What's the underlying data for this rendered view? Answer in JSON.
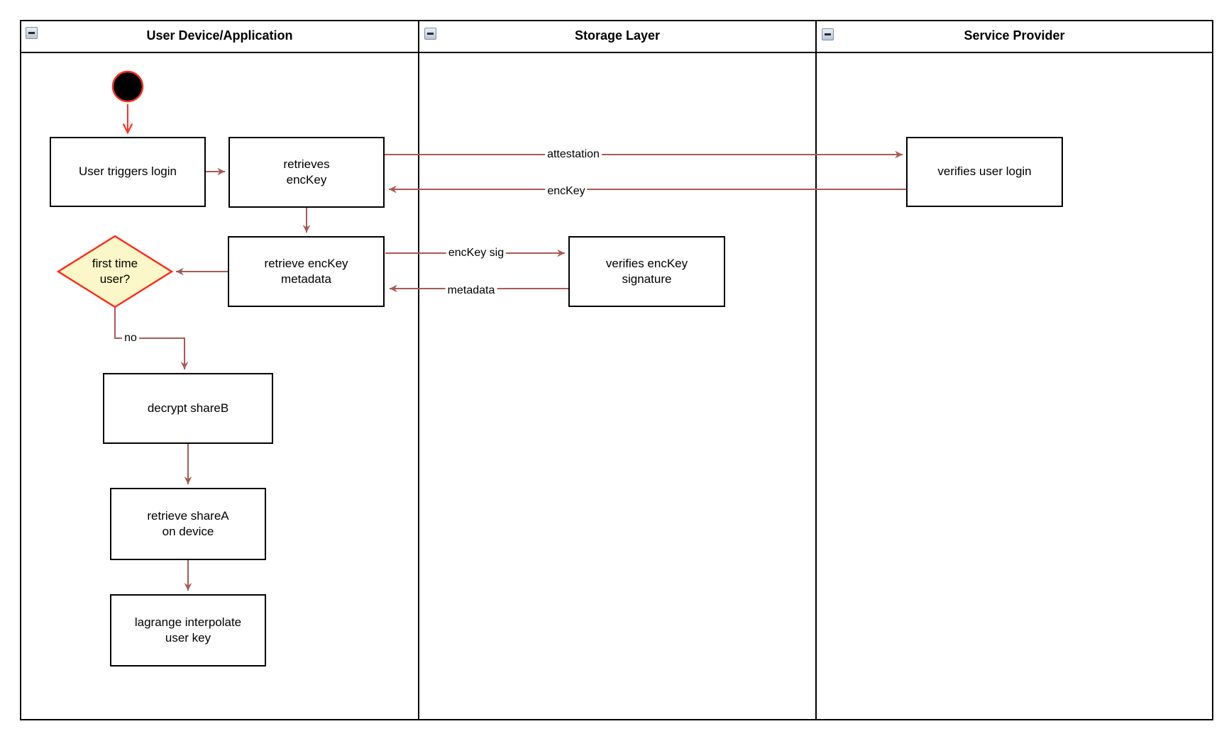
{
  "colors": {
    "edge": "#a85a52",
    "start_arrow": "#ff3020",
    "start_fill": "#000000",
    "decision_fill": "#fbf7c8",
    "decision_stroke": "#ff2617"
  },
  "lanes": [
    {
      "title": "User Device/Application"
    },
    {
      "title": "Storage Layer"
    },
    {
      "title": "Service Provider"
    }
  ],
  "nodes": {
    "user_triggers_login": "User triggers login",
    "retrieves_enckey": "retrieves\nencKey",
    "retrieve_enckey_metadata": "retrieve encKey\nmetadata",
    "first_time_user": "first time\nuser?",
    "decrypt_shareb": "decrypt shareB",
    "retrieve_sharea": "retrieve shareA\non device",
    "lagrange": "lagrange interpolate\nuser key",
    "verifies_enckey_signature": "verifies encKey\nsignature",
    "verifies_user_login": "verifies user login"
  },
  "edge_labels": {
    "attestation": "attestation",
    "enckey": "encKey",
    "enckey_sig": "encKey sig",
    "metadata": "metadata",
    "no": "no"
  }
}
